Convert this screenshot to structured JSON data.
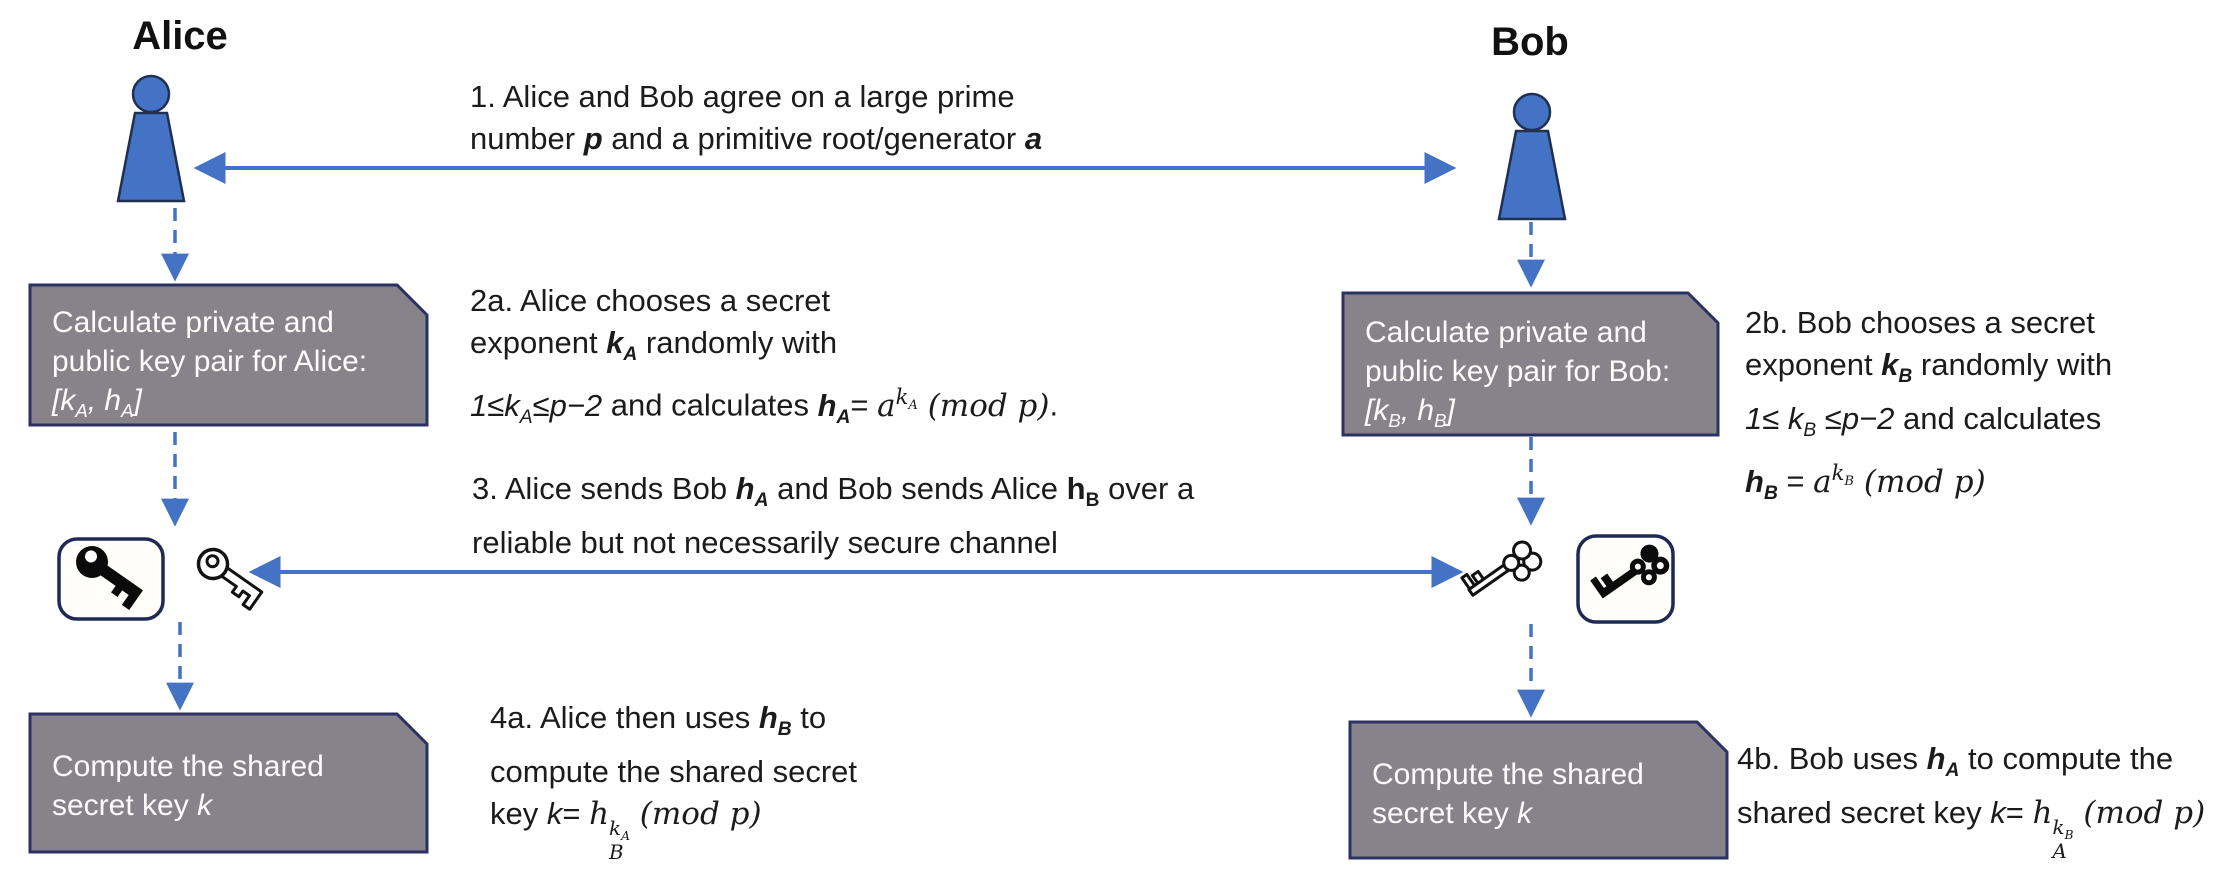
{
  "actors": {
    "alice": {
      "label": "Alice"
    },
    "bob": {
      "label": "Bob"
    }
  },
  "steps": {
    "step1_html": "1. Alice and Bob agree on a large prime<br>number <b><i>p</i></b> and a primitive root/generator <b><i>a</i></b>",
    "step2a_html": "2a. Alice chooses a secret<br>exponent <b><i>k<sub>A</sub></i></b> randomly with<br><i>1≤k<sub>A</sub>≤p−2</i> and calculates <b><i>h<sub>A</sub></i></b>= <span class='m'>a<sup>k<sub>A</sub></sup> (mod p)</span>.",
    "step2b_html": "2b. Bob chooses a secret<br>exponent  <b><i>k<sub>B</sub></i></b>  randomly with<br><i>1≤ k<sub>B</sub> ≤p−2</i> and calculates<br><b><i>h<sub>B</sub></i></b> = <span class='m'>a<sup>k<sub>B</sub></sup> (mod p)</span>",
    "step3_html": "3. Alice sends Bob  <b><i>h<sub>A</sub></i></b> and Bob sends Alice <b>h<sub>B</sub></b> over a<br>reliable but not necessarily secure channel",
    "step4a_html": "4a. Alice then uses <b><i>h<sub>B</sub></i></b> to<br>compute the shared secret<br>key <i>k</i>= <span class='m'>h<span class='stk'><span>k<sub>A</sub></span><span>B</span></span> (mod p)</span>",
    "step4b_html": "4b. Bob uses <b><i>h<sub>A</sub></i></b> to compute the<br>shared secret key <i>k</i>= <span class='m'>h<span class='stk'><span>k<sub>B</sub></span><span>A</span></span> (mod p)</span>"
  },
  "boxes": {
    "alice_keypair_html": "Calculate private and<br>public key pair for Alice:<br><i>[k<sub>A</sub>, h<sub>A</sub>]</i>",
    "bob_keypair_html": "Calculate private and<br>public key pair for Bob:<br><i>[k<sub>B</sub>, h<sub>B</sub>]</i>",
    "alice_shared_html": "Compute the shared<br>secret key <i>k</i>",
    "bob_shared_html": "Compute the shared<br>secret key <i>k</i>"
  },
  "icons": {
    "alice_person": "person-icon",
    "bob_person": "person-icon",
    "alice_private_key": "boxed-solid-key-icon",
    "alice_public_key": "outline-key-icon",
    "bob_public_key": "outline-ornate-key-icon",
    "bob_private_key": "boxed-solid-ornate-key-icon"
  },
  "colors": {
    "actor_blue": "#4472C4",
    "arrow_blue": "#4472C4",
    "box_fill": "#87838A",
    "box_border": "#2B3162",
    "box_text": "#FDFCFD",
    "text": "#1B1B1B",
    "key_black": "#0B0B0B"
  }
}
